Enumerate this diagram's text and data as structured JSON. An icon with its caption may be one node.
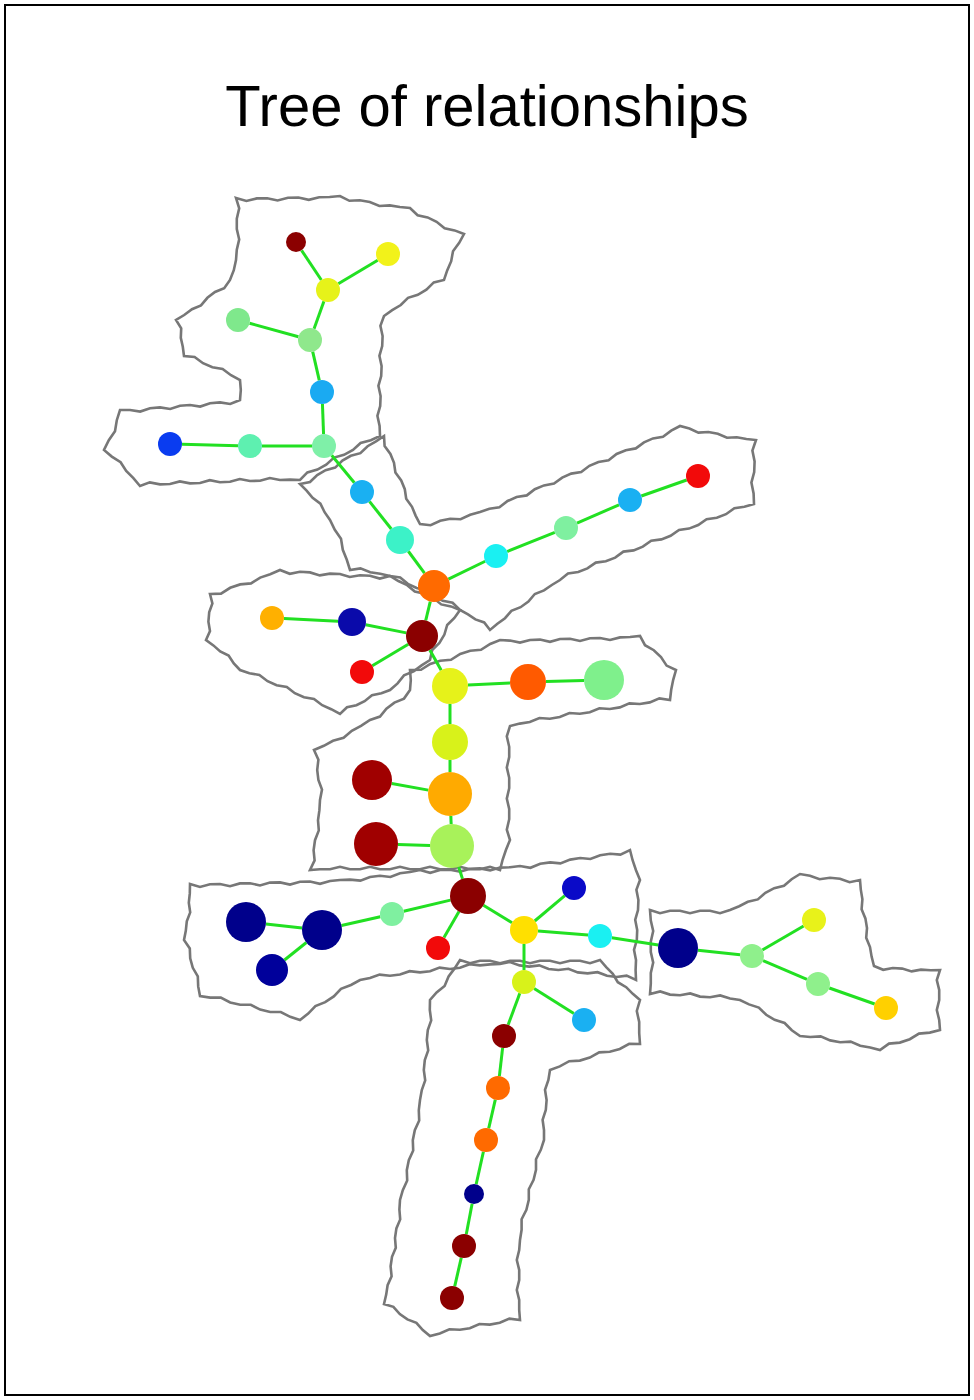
{
  "diagram": {
    "title": "Tree of relationships",
    "nodes": [
      {
        "text": [],
        "shape": "circle"
      },
      {
        "text": [],
        "shape": "circle"
      },
      {
        "text": [],
        "shape": "circle"
      },
      {
        "text": [],
        "shape": "circle"
      },
      {
        "text": [],
        "shape": "circle"
      },
      {
        "text": [],
        "shape": "circle"
      },
      {
        "text": [],
        "shape": "circle"
      },
      {
        "text": [],
        "shape": "circle"
      },
      {
        "text": [],
        "shape": "circle"
      },
      {
        "text": [],
        "shape": "circle"
      },
      {
        "text": [],
        "shape": "circle"
      },
      {
        "text": [],
        "shape": "circle"
      },
      {
        "text": [],
        "shape": "circle"
      },
      {
        "text": [],
        "shape": "circle"
      },
      {
        "text": [],
        "shape": "circle"
      },
      {
        "text": [],
        "shape": "circle"
      },
      {
        "text": [],
        "shape": "circle"
      },
      {
        "text": [],
        "shape": "circle"
      },
      {
        "text": [],
        "shape": "circle"
      },
      {
        "text": [],
        "shape": "circle"
      },
      {
        "text": [],
        "shape": "circle"
      },
      {
        "text": [],
        "shape": "circle"
      },
      {
        "text": [],
        "shape": "circle"
      },
      {
        "text": [],
        "shape": "circle"
      },
      {
        "text": [],
        "shape": "circle"
      },
      {
        "text": [],
        "shape": "circle"
      },
      {
        "text": [],
        "shape": "circle"
      },
      {
        "text": [],
        "shape": "circle"
      },
      {
        "text": [],
        "shape": "circle"
      },
      {
        "text": [],
        "shape": "circle"
      },
      {
        "text": [],
        "shape": "circle"
      },
      {
        "text": [],
        "shape": "circle"
      },
      {
        "text": [],
        "shape": "circle"
      },
      {
        "text": [],
        "shape": "circle"
      },
      {
        "text": [],
        "shape": "circle"
      },
      {
        "text": [],
        "shape": "circle"
      },
      {
        "text": [],
        "shape": "circle"
      },
      {
        "text": [],
        "shape": "circle"
      },
      {
        "text": [],
        "shape": "circle"
      },
      {
        "text": [],
        "shape": "circle"
      },
      {
        "text": [],
        "shape": "circle"
      },
      {
        "text": [],
        "shape": "circle"
      },
      {
        "text": [],
        "shape": "circle"
      },
      {
        "text": [],
        "shape": "circle"
      },
      {
        "text": [],
        "shape": "circle"
      },
      {
        "text": [],
        "shape": "circle"
      },
      {
        "text": [],
        "shape": "circle"
      },
      {
        "text": [],
        "shape": "circle"
      },
      {
        "text": [],
        "shape": "circle"
      },
      {
        "text": [],
        "shape": "circle"
      }
    ],
    "edges": [
      {
        "from": 0,
        "to": 2,
        "arrow": "none"
      },
      {
        "from": 1,
        "to": 2,
        "arrow": "none"
      },
      {
        "from": 2,
        "to": 4,
        "arrow": "none"
      },
      {
        "from": 3,
        "to": 4,
        "arrow": "none"
      },
      {
        "from": 4,
        "to": 5,
        "arrow": "none"
      },
      {
        "from": 5,
        "to": 8,
        "arrow": "none"
      },
      {
        "from": 6,
        "to": 7,
        "arrow": "none"
      },
      {
        "from": 7,
        "to": 8,
        "arrow": "none"
      },
      {
        "from": 8,
        "to": 9,
        "arrow": "none"
      },
      {
        "from": 9,
        "to": 10,
        "arrow": "none"
      },
      {
        "from": 10,
        "to": 11,
        "arrow": "none"
      },
      {
        "from": 11,
        "to": 12,
        "arrow": "none"
      },
      {
        "from": 12,
        "to": 13,
        "arrow": "none"
      },
      {
        "from": 13,
        "to": 14,
        "arrow": "none"
      },
      {
        "from": 14,
        "to": 15,
        "arrow": "none"
      },
      {
        "from": 11,
        "to": 18,
        "arrow": "none"
      },
      {
        "from": 16,
        "to": 17,
        "arrow": "none"
      },
      {
        "from": 17,
        "to": 18,
        "arrow": "none"
      },
      {
        "from": 18,
        "to": 19,
        "arrow": "none"
      },
      {
        "from": 18,
        "to": 20,
        "arrow": "none"
      },
      {
        "from": 20,
        "to": 21,
        "arrow": "none"
      },
      {
        "from": 21,
        "to": 22,
        "arrow": "none"
      },
      {
        "from": 20,
        "to": 23,
        "arrow": "none"
      },
      {
        "from": 23,
        "to": 25,
        "arrow": "none"
      },
      {
        "from": 24,
        "to": 25,
        "arrow": "none"
      },
      {
        "from": 25,
        "to": 27,
        "arrow": "none"
      },
      {
        "from": 26,
        "to": 27,
        "arrow": "none"
      },
      {
        "from": 27,
        "to": 28,
        "arrow": "none"
      },
      {
        "from": 28,
        "to": 32,
        "arrow": "none"
      },
      {
        "from": 32,
        "to": 31,
        "arrow": "none"
      },
      {
        "from": 31,
        "to": 30,
        "arrow": "none"
      },
      {
        "from": 31,
        "to": 33,
        "arrow": "none"
      },
      {
        "from": 28,
        "to": 34,
        "arrow": "none"
      },
      {
        "from": 28,
        "to": 35,
        "arrow": "none"
      },
      {
        "from": 35,
        "to": 29,
        "arrow": "none"
      },
      {
        "from": 35,
        "to": 36,
        "arrow": "none"
      },
      {
        "from": 36,
        "to": 37,
        "arrow": "none"
      },
      {
        "from": 37,
        "to": 38,
        "arrow": "none"
      },
      {
        "from": 38,
        "to": 39,
        "arrow": "none"
      },
      {
        "from": 38,
        "to": 40,
        "arrow": "none"
      },
      {
        "from": 40,
        "to": 41,
        "arrow": "none"
      },
      {
        "from": 35,
        "to": 42,
        "arrow": "none"
      },
      {
        "from": 42,
        "to": 43,
        "arrow": "none"
      },
      {
        "from": 42,
        "to": 44,
        "arrow": "none"
      },
      {
        "from": 44,
        "to": 45,
        "arrow": "none"
      },
      {
        "from": 45,
        "to": 46,
        "arrow": "none"
      },
      {
        "from": 46,
        "to": 47,
        "arrow": "none"
      },
      {
        "from": 47,
        "to": 48,
        "arrow": "none"
      },
      {
        "from": 48,
        "to": 49,
        "arrow": "none"
      }
    ]
  }
}
